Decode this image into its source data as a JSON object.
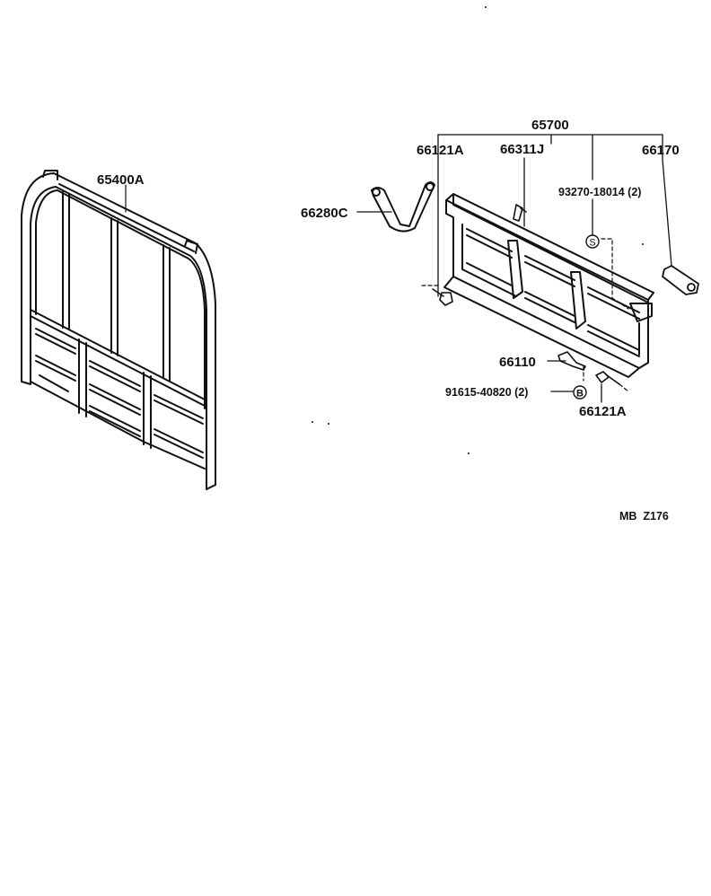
{
  "labels": {
    "rear_frame": "65400A",
    "tailgate": "65700",
    "bolt_left": "66121A",
    "latch": "66311J",
    "handle": "66170",
    "screw": "93270-18014 (2)",
    "chain": "66280C",
    "pin": "66110",
    "washer": "91615-40820 (2)",
    "bolt_right": "66121A",
    "figure_code": "MB  Z176"
  },
  "symbols": {
    "s_marker": "S",
    "b_marker": "B"
  }
}
